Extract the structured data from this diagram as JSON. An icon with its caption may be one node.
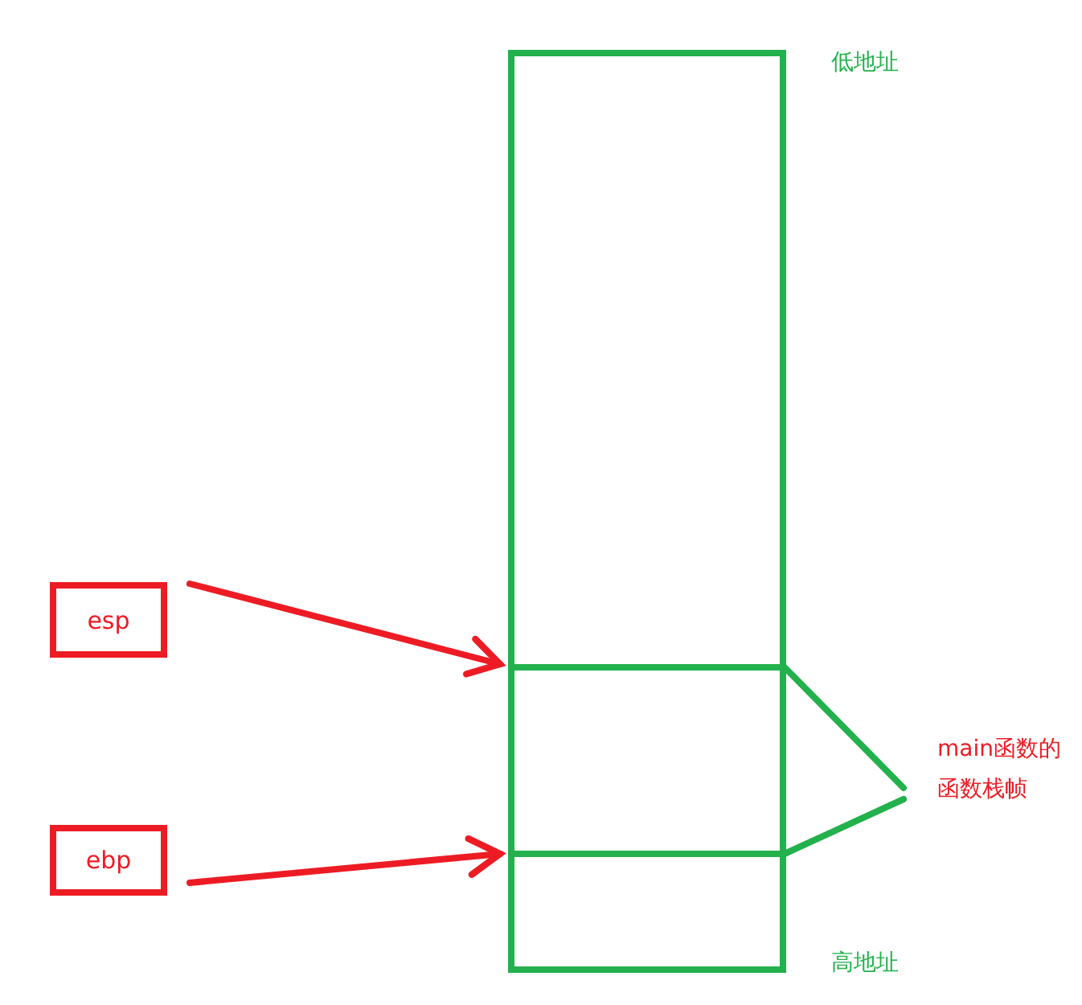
{
  "diagram": {
    "nodes": [
      {
        "text": [],
        "shape": "box"
      },
      {
        "text": [],
        "shape": "box",
        "in": 0
      },
      {
        "text": [
          "esp"
        ]
      },
      {
        "text": [
          "ebp"
        ]
      },
      {
        "text": [
          "main函数的函数栈帧"
        ]
      }
    ],
    "edges": [
      {
        "from": 2,
        "to": 1,
        "arrow": "to"
      },
      {
        "from": 3,
        "to": 1,
        "arrow": "to"
      },
      {
        "from": 4,
        "to": 1,
        "arrow": "none",
        "color": "#22b14c"
      },
      {
        "from": 4,
        "to": 1,
        "arrow": "none",
        "color": "#22b14c"
      }
    ],
    "labels": [
      "低地址",
      "高地址"
    ]
  }
}
